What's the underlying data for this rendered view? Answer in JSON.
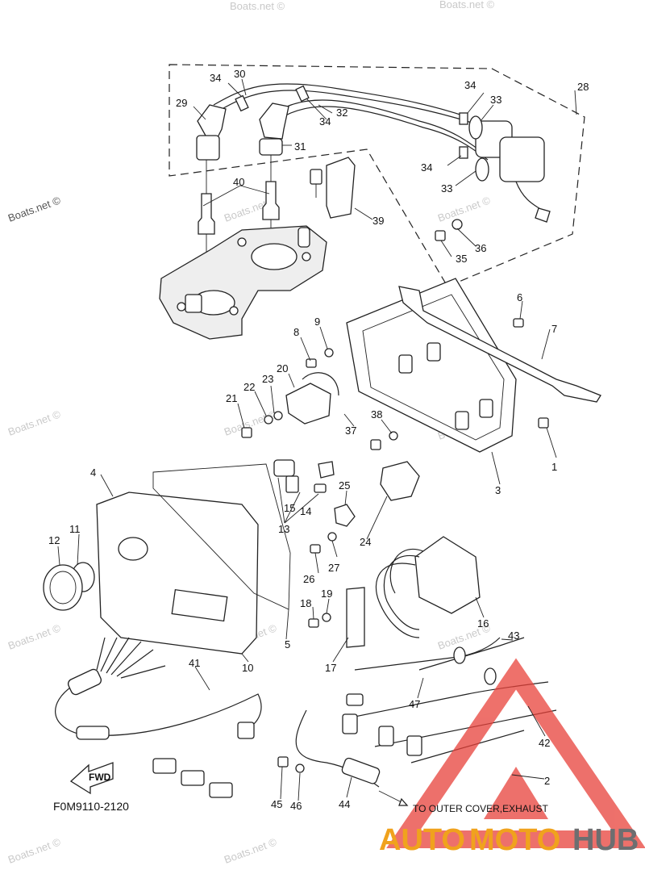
{
  "diagram_code": "F0M9110-2120",
  "note": "TO OUTER COVER,EXHAUST",
  "fwd_label": "FWD",
  "watermark": "Boats.net ©",
  "logo": {
    "part1": "AUTO",
    "part2": "MOTO",
    "part3": "HUB"
  },
  "colors": {
    "logo_orange": "#f0a21d",
    "logo_gray": "#6d6e70",
    "warning_red": "#e8413a"
  },
  "labels": [
    "1",
    "2",
    "3",
    "4",
    "5",
    "6",
    "7",
    "8",
    "9",
    "10",
    "11",
    "12",
    "13",
    "14",
    "15",
    "16",
    "17",
    "18",
    "19",
    "20",
    "21",
    "22",
    "23",
    "24",
    "25",
    "26",
    "27",
    "28",
    "29",
    "30",
    "31",
    "32",
    "33",
    "33",
    "34",
    "34",
    "34",
    "34",
    "35",
    "36",
    "37",
    "38",
    "39",
    "40",
    "41",
    "42",
    "43",
    "44",
    "45",
    "46",
    "47"
  ]
}
